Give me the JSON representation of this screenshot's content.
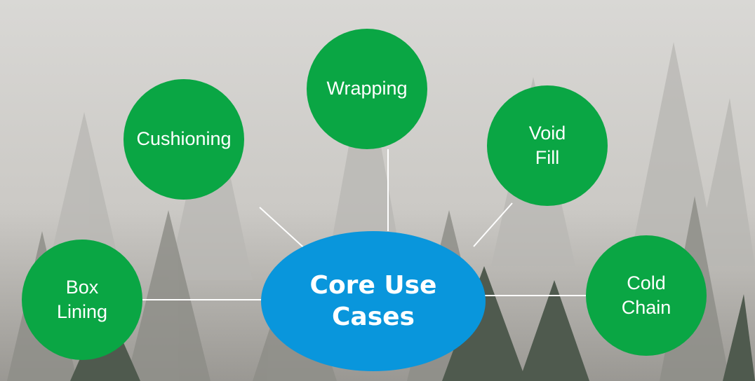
{
  "diagram": {
    "center": {
      "label": "Core Use\nCases",
      "color": "#0996dc"
    },
    "nodes": [
      {
        "id": "cushioning",
        "label": "Cushioning"
      },
      {
        "id": "wrapping",
        "label": "Wrapping"
      },
      {
        "id": "void-fill",
        "label": "Void\nFill"
      },
      {
        "id": "box-lining",
        "label": "Box\nLining"
      },
      {
        "id": "cold-chain",
        "label": "Cold\nChain"
      }
    ],
    "node_color": "#0aa644",
    "connector_color": "#ffffff"
  }
}
